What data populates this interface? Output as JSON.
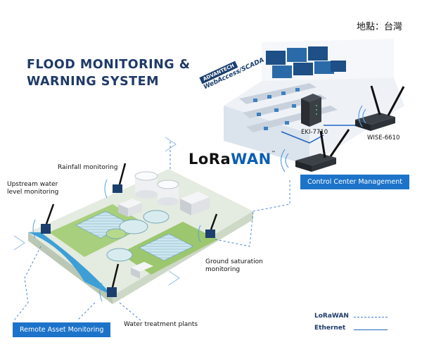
{
  "title": {
    "line1": "FLOOD MONITORING &",
    "line2": "WARNING SYSTEM"
  },
  "location": "地點：台灣",
  "lorawan_logo": {
    "lora": "LoRa",
    "wan": "WAN",
    "tm": "™"
  },
  "brand": {
    "advantech": "ADVANTECH",
    "product": "WebAccess/SCADA"
  },
  "labels": {
    "rainfall": "Rainfall monitoring",
    "upstream_line1": "Upstream water",
    "upstream_line2": "level monitoring",
    "ground_line1": "Ground saturation",
    "ground_line2": "monitoring",
    "water_plants": "Water treatment plants"
  },
  "devices": {
    "switch": "EKI-7710",
    "gateway": "WISE-6610"
  },
  "buttons": {
    "control_center": "Control Center Management",
    "remote_asset": "Remote Asset Monitoring"
  },
  "legend": {
    "lorawan": "LoRaWAN",
    "ethernet": "Ethernet"
  },
  "colors": {
    "title": "#1f3a68",
    "accent": "#1c73c9",
    "lorawan_blue": "#0a5eb5"
  }
}
